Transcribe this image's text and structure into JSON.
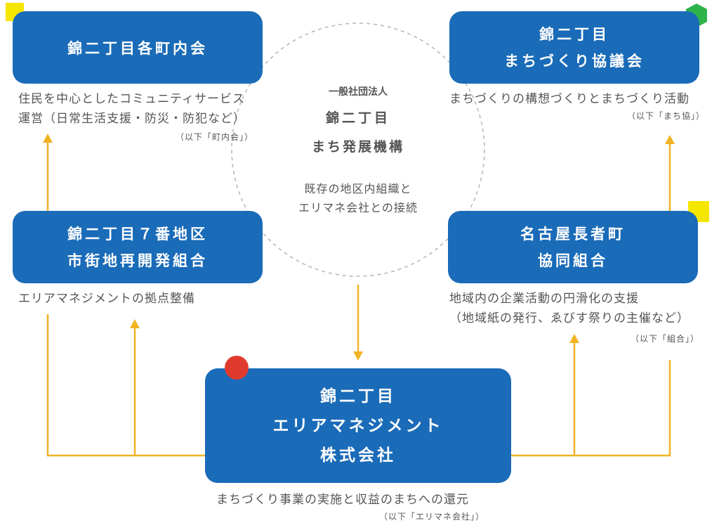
{
  "center": {
    "type": "一般社団法人",
    "name_line1": "錦二丁目",
    "name_line2": "まち発展機構",
    "role_line1": "既存の地区内組織と",
    "role_line2": "エリマネ会社との接続"
  },
  "nodes": {
    "chonaikai": {
      "title": "錦二丁目各町内会",
      "desc_line1": "住民を中心としたコミュニティサービス",
      "desc_line2": "運営（日常生活支援・防災・防犯など）",
      "note": "（以下「町内会」）"
    },
    "kyogikai": {
      "title_line1": "錦二丁目",
      "title_line2": "まちづくり協議会",
      "desc": "まちづくりの構想づくりとまちづくり活動",
      "note": "（以下「まち協」）"
    },
    "kumiai7": {
      "title_line1": "錦二丁目７番地区",
      "title_line2": "市街地再開発組合",
      "desc": "エリアマネジメントの拠点整備"
    },
    "choja": {
      "title_line1": "名古屋長者町",
      "title_line2": "協同組合",
      "desc_line1": "地域内の企業活動の円滑化の支援",
      "desc_line2": "（地域紙の発行、ゑびす祭りの主催など）",
      "note": "（以下「組合」）"
    },
    "erimane": {
      "title_line1": "錦二丁目",
      "title_line2": "エリアマネジメント",
      "title_line3": "株式会社",
      "desc": "まちづくり事業の実施と収益のまちへの還元",
      "note": "（以下「エリマネ会社」）"
    }
  },
  "colors": {
    "box": "#1a6bb8",
    "arrow": "#f0b323",
    "marker_yellow": "#f5e600",
    "marker_green": "#2db34a",
    "marker_red": "#e03a2e",
    "dashed_circle": "#b5b5b5"
  }
}
